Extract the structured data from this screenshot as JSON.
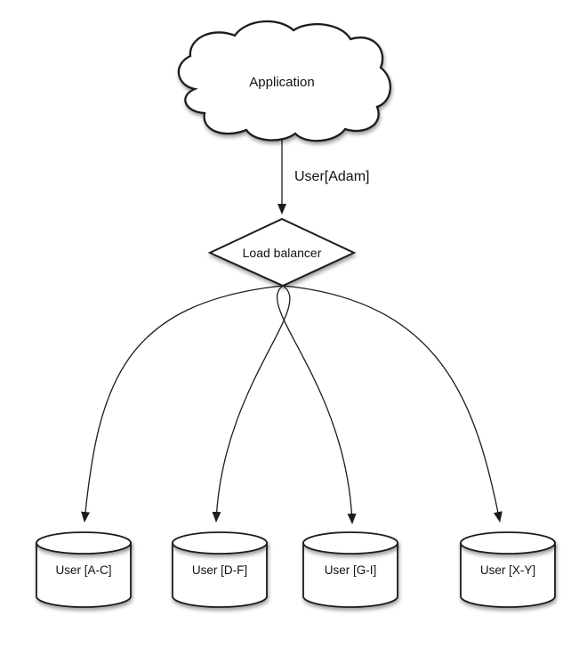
{
  "diagram": {
    "background": "#ffffff",
    "stroke_color": "#1c1c1c",
    "text_color": "#111111",
    "nodes": {
      "application": {
        "label": "Application",
        "shape": "cloud"
      },
      "load_balancer": {
        "label": "Load balancer",
        "shape": "diamond"
      },
      "shards": [
        {
          "label": "User [A-C]",
          "shape": "cylinder"
        },
        {
          "label": "User [D-F]",
          "shape": "cylinder"
        },
        {
          "label": "User [G-I]",
          "shape": "cylinder"
        },
        {
          "label": "User [X-Y]",
          "shape": "cylinder"
        }
      ]
    },
    "edges": {
      "application_to_load_balancer": {
        "label": "User[Adam]"
      },
      "load_balancer_to_shards": [
        {
          "to": "User [A-C]"
        },
        {
          "to": "User [D-F]"
        },
        {
          "to": "User [G-I]"
        },
        {
          "to": "User [X-Y]"
        }
      ]
    }
  }
}
